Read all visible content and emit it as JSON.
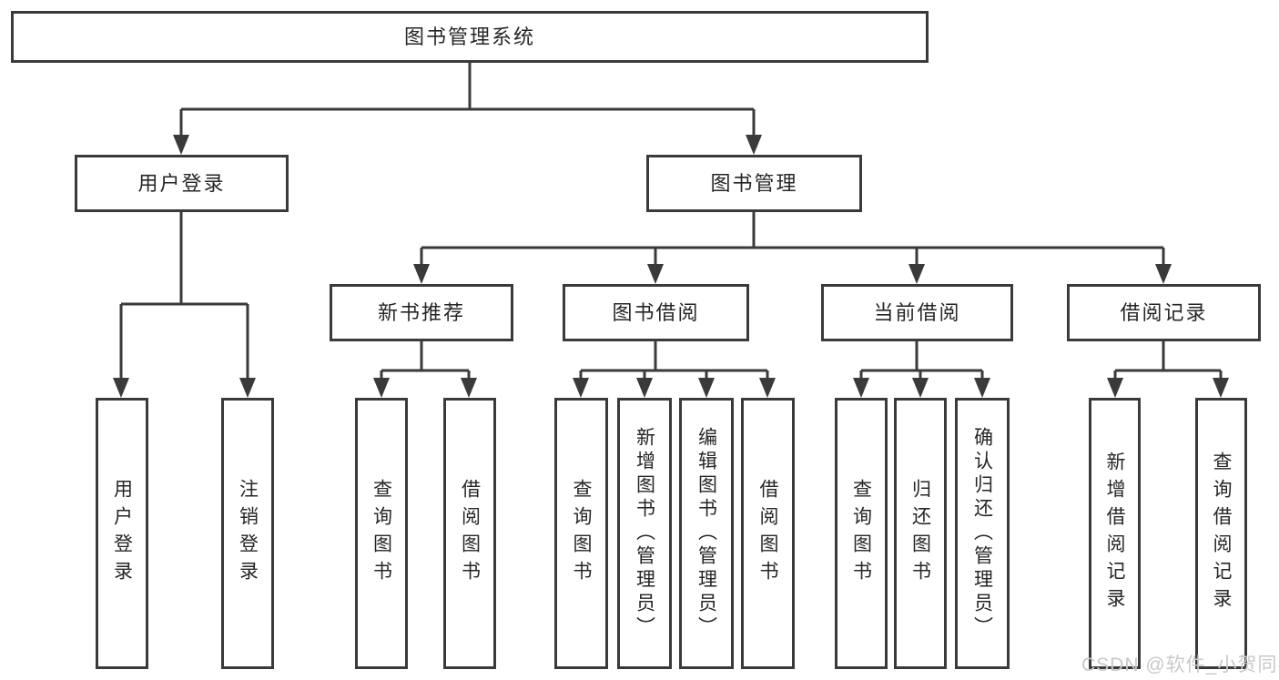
{
  "colors": {
    "line": "#3a3a3a",
    "text": "#262626",
    "background": "#ffffff",
    "watermark": "#c9c9c9"
  },
  "watermark": {
    "text": "CSDN @软件_小贺同学"
  },
  "diagram": {
    "root": {
      "label": "图书管理系统"
    },
    "branches": [
      {
        "label": "用户登录",
        "children": [
          {
            "label": "用户登录"
          },
          {
            "label": "注销登录"
          }
        ]
      },
      {
        "label": "图书管理",
        "children": [
          {
            "label": "新书推荐",
            "children": [
              {
                "label": "查询图书"
              },
              {
                "label": "借阅图书"
              }
            ]
          },
          {
            "label": "图书借阅",
            "children": [
              {
                "label": "查询图书"
              },
              {
                "label": "新增图书（管理员）"
              },
              {
                "label": "编辑图书（管理员）"
              },
              {
                "label": "借阅图书"
              }
            ]
          },
          {
            "label": "当前借阅",
            "children": [
              {
                "label": "查询图书"
              },
              {
                "label": "归还图书"
              },
              {
                "label": "确认归还（管理员）"
              }
            ]
          },
          {
            "label": "借阅记录",
            "children": [
              {
                "label": "新增借阅记录"
              },
              {
                "label": "查询借阅记录"
              }
            ]
          }
        ]
      }
    ]
  }
}
